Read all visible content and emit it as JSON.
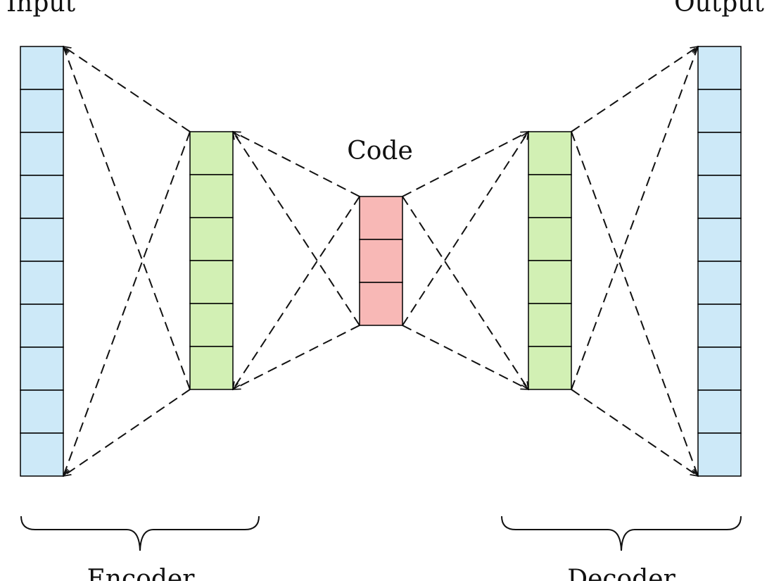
{
  "labels": {
    "input": "Input",
    "output": "Output",
    "code": "Code",
    "encoder": "Encoder",
    "decoder": "Decoder"
  },
  "layers": [
    {
      "id": "input-layer",
      "units": 10,
      "color": "#cde9f8"
    },
    {
      "id": "encoder-hidden-layer",
      "units": 6,
      "color": "#d2f0b4"
    },
    {
      "id": "code-layer",
      "units": 3,
      "color": "#f8b8b6"
    },
    {
      "id": "decoder-hidden-layer",
      "units": 6,
      "color": "#d2f0b4"
    },
    {
      "id": "output-layer",
      "units": 10,
      "color": "#cde9f8"
    }
  ],
  "colors": {
    "unit_border": "#000000",
    "connection": "#111111"
  }
}
